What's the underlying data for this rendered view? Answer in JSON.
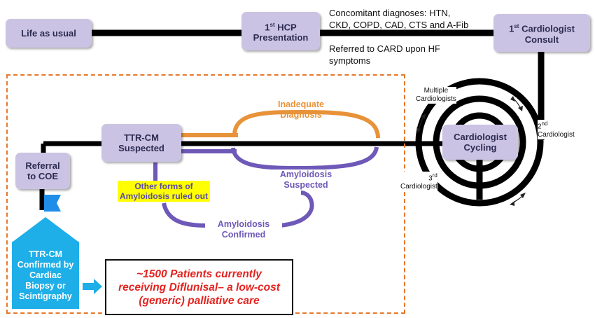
{
  "top": {
    "life_as_usual": "Life as usual",
    "hcp_num": "1",
    "hcp_sup": "st",
    "hcp_rest": " HCP",
    "hcp_line2": "Presentation",
    "cardio_num": "1",
    "cardio_sup": "st",
    "cardio_rest": " Cardiologist",
    "cardio_line2": "Consult",
    "concomitant_line1": "Concomitant diagnoses: HTN,",
    "concomitant_line2": "CKD, COPD, CAD, CTS and A-Fib",
    "referred_line1": "Referred to CARD upon HF",
    "referred_line2": "symptoms"
  },
  "cycling": {
    "label_line1": "Cardiologist",
    "label_line2": "Cycling",
    "multiple_line1": "Multiple",
    "multiple_line2": "Cardiologists",
    "second_num": "2",
    "second_sup": "nd",
    "second_word": "Cardiologist",
    "third_num": "3",
    "third_sup": "rd",
    "third_word": "Cardiologist"
  },
  "pathway": {
    "ttr_suspected_line1": "TTR-CM",
    "ttr_suspected_line2": "Suspected",
    "referral_line1": "Referral",
    "referral_line2": "to COE",
    "inadequate_line1": "Inadequate",
    "inadequate_line2": "Diagnosis",
    "amyloidosis_suspected_line1": "Amyloidosis",
    "amyloidosis_suspected_line2": "Suspected",
    "other_forms_line1": "Other forms of",
    "other_forms_line2": "Amyloidosis ruled out",
    "amyloidosis_confirmed_line1": "Amyloidosis",
    "amyloidosis_confirmed_line2": "Confirmed"
  },
  "confirmed": {
    "line1": "TTR-CM",
    "line2": "Confirmed by",
    "line3": "Cardiac",
    "line4": "Biopsy or",
    "line5": "Scintigraphy"
  },
  "callout": {
    "line1": "~1500 Patients currently",
    "line2": "receiving Diflunisal– a low-cost",
    "line3": "(generic) palliative care"
  },
  "colors": {
    "box_fill": "#cbc3e3",
    "purple": "#6e59b8",
    "orange": "#e8923a",
    "blue": "#1eaee8",
    "red_text": "#e3231f",
    "highlight": "#ffff00",
    "dashed_border": "#e8782b"
  }
}
